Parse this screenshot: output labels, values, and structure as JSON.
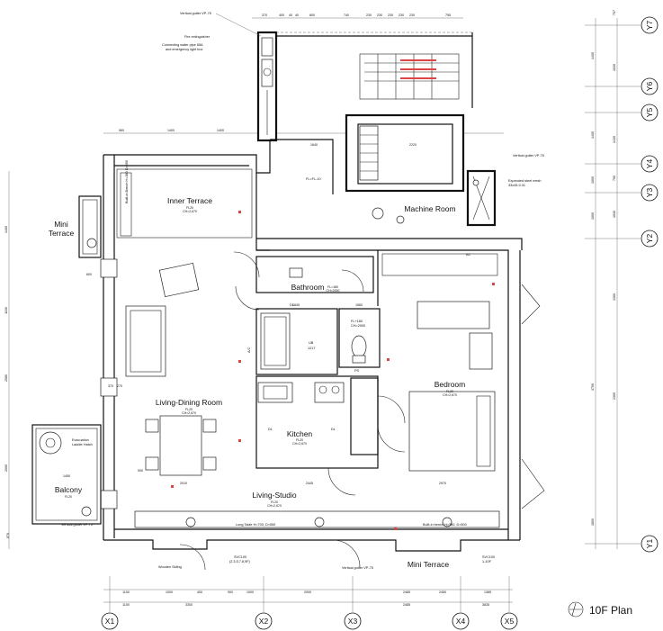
{
  "plan_title": "10F Plan",
  "rooms": [
    {
      "id": "inner-terrace",
      "label": "Inner Terrace",
      "sub1": "FL20",
      "sub2": "CH=2,670"
    },
    {
      "id": "machine-room",
      "label": "Machine Room",
      "sub1": "",
      "sub2": ""
    },
    {
      "id": "mini-terrace-left",
      "label": "Mini\nTerrace",
      "sub1": "",
      "sub2": ""
    },
    {
      "id": "bathroom",
      "label": "Bathroom",
      "sub1": "FL=180",
      "sub2": "CH=2000"
    },
    {
      "id": "bedroom",
      "label": "Bedroom",
      "sub1": "FL20",
      "sub2": "CH=2,670"
    },
    {
      "id": "living-dining",
      "label": "Living-Dining Room",
      "sub1": "FL20",
      "sub2": "CH=2,670"
    },
    {
      "id": "kitchen",
      "label": "Kitchen",
      "sub1": "FL20",
      "sub2": "CH=2,670"
    },
    {
      "id": "balcony",
      "label": "Balcony",
      "sub1": "FL20",
      "sub2": ""
    },
    {
      "id": "living-studio",
      "label": "Living-Studio",
      "sub1": "FL20",
      "sub2": "CH=2,670"
    },
    {
      "id": "mini-terrace-bottom",
      "label": "Mini Terrace",
      "sub1": "",
      "sub2": ""
    }
  ],
  "notes": {
    "vertical_gutter_top": "Vertical gutter VP-75",
    "fire_extinguisher": "Fire extinguisher",
    "connecting_pipe": "Connecting water pipe 65A",
    "emergency_box": "and emergency light box",
    "vertical_gutter_right": "Vertical gutter VP-75",
    "expanded_mesh": "Expanded steel mesh",
    "expanded_mesh_spec": "33x45-0.31",
    "evacuation_hatch_1": "Evacuation",
    "evacuation_hatch_2": "Ladder Hatch",
    "vertical_gutter_left": "Vertical gutter VP-75",
    "vertical_gutter_bottom": "Vertical gutter VP-75",
    "long_table": "Long Table H=700, D=550",
    "builtin_bench": "Built-in bench H=380, D=500",
    "builtin_bench_inner": "Built-in Bench H=380 D=490",
    "wooden_siding": "Wooden Siding",
    "svc_left": "SVC100",
    "svc_left_2": "(2,3,5,7,8,9F)",
    "svc_right": "SVC100",
    "svc_right_2": "1-10F",
    "fl_machine": "FL=FL-10",
    "ub": "UB",
    "ub_size": "1217",
    "fl_toilet": "FL+180",
    "ch_toilet": "CH=2000",
    "ps": "PS",
    "ac": "A/C",
    "ac2": "AC",
    "dl": "DL"
  },
  "dims_top": [
    "370",
    "400",
    "40",
    "40",
    "800",
    "740",
    "230",
    "230",
    "230",
    "230",
    "230",
    "755"
  ],
  "dims_left_outer": [
    "1400",
    "1100",
    "2080",
    "2000"
  ],
  "dims_upper": [
    "960",
    "1400",
    "1400",
    "3300",
    "3000"
  ],
  "dims_bottom_row1": [
    "1100",
    "1000",
    "400",
    "900",
    "1000",
    "2000",
    "2485",
    "2450",
    "1385"
  ],
  "dims_bottom_row2": [
    "1100",
    "3300",
    "2485",
    "3835"
  ],
  "dims_right_col": [
    "1400",
    "1400",
    "1000",
    "1000",
    "3700",
    "1800"
  ],
  "dims_far_right": [
    "707",
    "1030",
    "1430",
    "700",
    "1030",
    "1300",
    "2305"
  ],
  "dims_misc": {
    "d_1640": "1640",
    "d_2220": "2220",
    "d_1845": "1845",
    "d_1560": "1560",
    "d_370": "370",
    "d_270": "270",
    "d_900": "900",
    "d_1450": "1450",
    "d_2010": "2010",
    "d_2445": "2445",
    "d_2970": "2970",
    "d_600": "600",
    "d_870": "870"
  },
  "axes_x": [
    "X1",
    "X2",
    "X3",
    "X4",
    "X5"
  ],
  "axes_y": [
    "Y7",
    "Y6",
    "Y5",
    "Y4",
    "Y3",
    "Y2",
    "Y1"
  ]
}
